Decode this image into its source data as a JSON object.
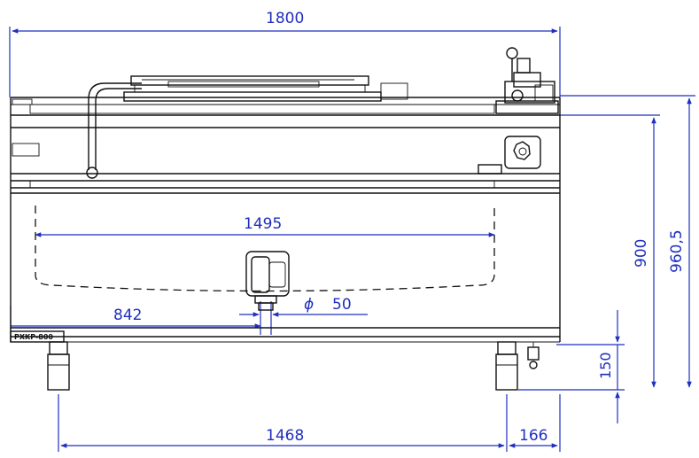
{
  "dimensions": {
    "total_width": "1800",
    "basin_width": "1495",
    "drain_offset": "842",
    "drain_diameter_symbol": "ϕ",
    "drain_diameter": "50",
    "leg_spacing": "1468",
    "side_offset": "166",
    "leg_height": "150",
    "body_height": "900",
    "total_height": "960,5"
  },
  "model_plate": "PXKP-800",
  "colors": {
    "dimension": "#1f2fbf",
    "object": "#111111",
    "background": "#ffffff"
  }
}
